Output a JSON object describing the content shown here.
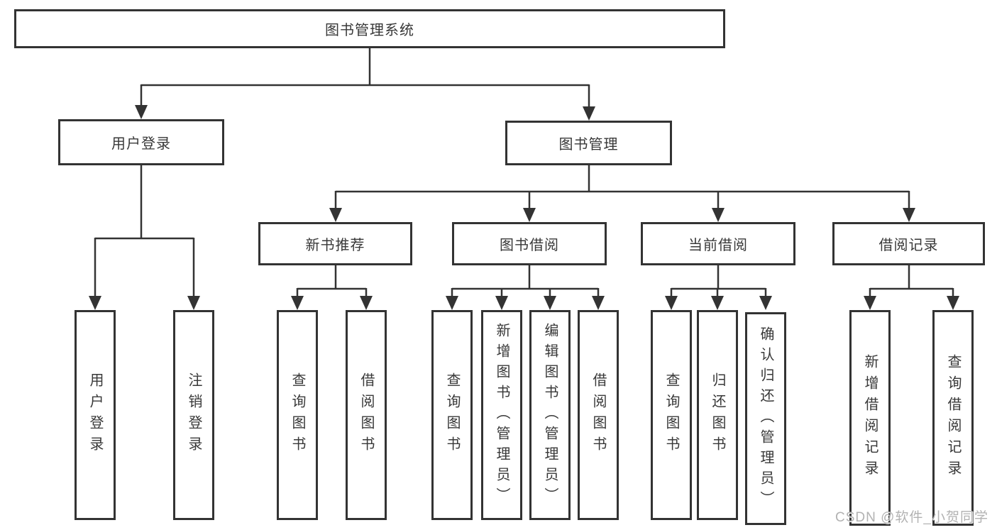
{
  "diagram": {
    "root": {
      "label": "图书管理系统"
    },
    "branches": [
      {
        "label": "用户登录",
        "leaves": [
          {
            "label": "用户登录"
          },
          {
            "label": "注销登录"
          }
        ]
      },
      {
        "label": "图书管理",
        "groups": [
          {
            "label": "新书推荐",
            "leaves": [
              {
                "label": "查询图书"
              },
              {
                "label": "借阅图书"
              }
            ]
          },
          {
            "label": "图书借阅",
            "leaves": [
              {
                "label": "查询图书"
              },
              {
                "label": "新增图书（管理员）"
              },
              {
                "label": "编辑图书（管理员）"
              },
              {
                "label": "借阅图书"
              }
            ]
          },
          {
            "label": "当前借阅",
            "leaves": [
              {
                "label": "查询图书"
              },
              {
                "label": "归还图书"
              },
              {
                "label": "确认归还（管理员）"
              }
            ]
          },
          {
            "label": "借阅记录",
            "leaves": [
              {
                "label": "新增借阅记录"
              },
              {
                "label": "查询借阅记录"
              }
            ]
          }
        ]
      }
    ]
  },
  "watermark": "CSDN @软件_小贺同学",
  "colors": {
    "line": "#333333",
    "box_border": "#333333",
    "text": "#383838",
    "watermark": "#b2b2b2",
    "background": "#ffffff"
  }
}
